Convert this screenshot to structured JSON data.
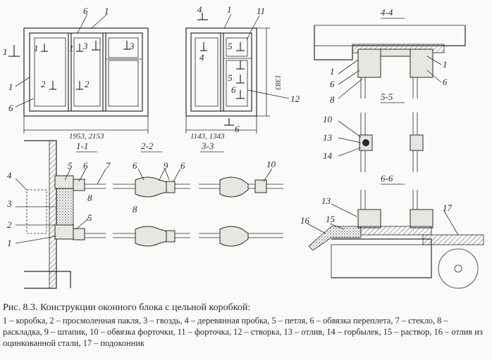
{
  "section_labels": {
    "s44": "4-4",
    "s55": "5-5",
    "s66": "6-6",
    "s11": "1-1",
    "s22": "2-2",
    "s33": "3-3"
  },
  "dimensions": {
    "left_width": "1953, 2153",
    "right_width": "1143, 1343",
    "right_height": "1383"
  },
  "callouts": {
    "n1": "1",
    "n2": "2",
    "n3": "3",
    "n4": "4",
    "n5": "5",
    "n6": "6",
    "n7": "7",
    "n8": "8",
    "n9": "9",
    "n10": "10",
    "n11": "11",
    "n12": "12",
    "n13": "13",
    "n14": "14",
    "n15": "15",
    "n16": "16",
    "n17": "17"
  },
  "caption": {
    "title": "Рис. 8.3. Конструкции оконного блока с цельной коробкой:",
    "legend": "1 – коробка, 2 – просмоленная пакля, 3 – гвоздь, 4 – деревянная пробка, 5 – петля, 6 – обвязка переплета, 7 – стекло, 8 – раскладка, 9 – штапик, 10 – обвязка форточки, 11 – форточка, 12 – створка, 13 – отлив, 14 – горбылек, 15 – раствор, 16 – отлив из оцинкованной стали, 17 – подоконник"
  }
}
